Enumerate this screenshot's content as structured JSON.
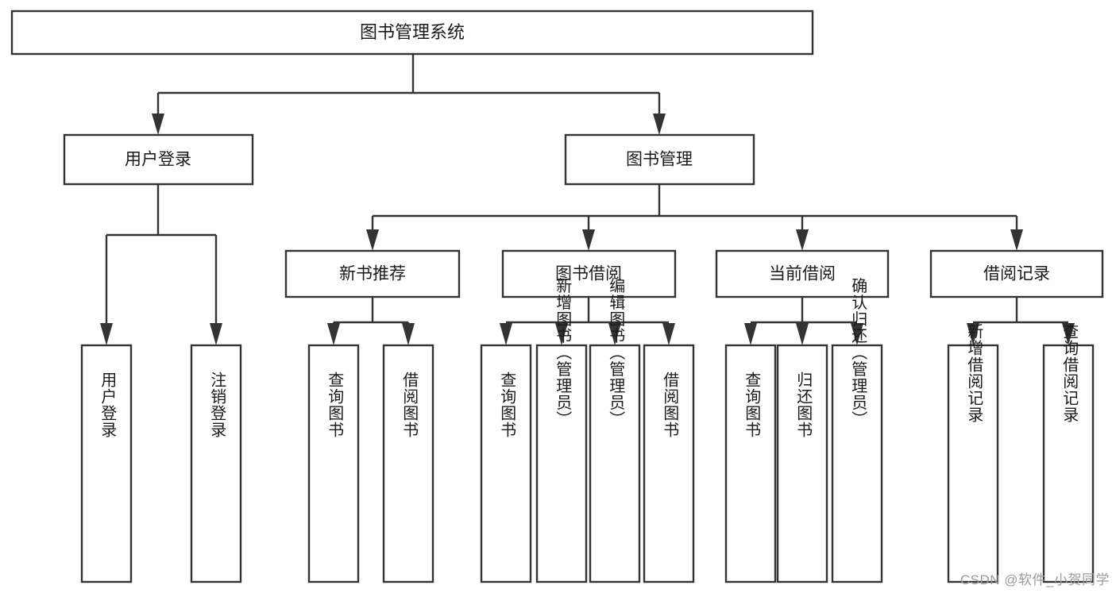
{
  "diagram": {
    "type": "tree-hierarchy",
    "orientation": "top-down",
    "root": {
      "id": "root",
      "label": "图书管理系统"
    },
    "level1": [
      {
        "id": "user-login",
        "label": "用户登录"
      },
      {
        "id": "book-management",
        "label": "图书管理"
      }
    ],
    "level2": [
      {
        "id": "new-book-recommend",
        "label": "新书推荐",
        "parent": "book-management"
      },
      {
        "id": "book-borrow",
        "label": "图书借阅",
        "parent": "book-management"
      },
      {
        "id": "current-borrow",
        "label": "当前借阅",
        "parent": "book-management"
      },
      {
        "id": "borrow-record",
        "label": "借阅记录",
        "parent": "book-management"
      }
    ],
    "leaves": {
      "user-login": [
        {
          "id": "leaf-user-login",
          "label": "用户登录"
        },
        {
          "id": "leaf-user-logout",
          "label": "注销登录"
        }
      ],
      "new-book-recommend": [
        {
          "id": "leaf-query-book-1",
          "label": "查询图书"
        },
        {
          "id": "leaf-borrow-book-1",
          "label": "借阅图书"
        }
      ],
      "book-borrow": [
        {
          "id": "leaf-query-book-2",
          "label": "查询图书"
        },
        {
          "id": "leaf-add-book",
          "label": "新增图书（管理员）"
        },
        {
          "id": "leaf-edit-book",
          "label": "编辑图书（管理员）"
        },
        {
          "id": "leaf-borrow-book-2",
          "label": "借阅图书"
        }
      ],
      "current-borrow": [
        {
          "id": "leaf-query-book-3",
          "label": "查询图书"
        },
        {
          "id": "leaf-return-book",
          "label": "归还图书"
        },
        {
          "id": "leaf-confirm-return",
          "label": "确认归还（管理员）"
        }
      ],
      "borrow-record": [
        {
          "id": "leaf-add-record",
          "label": "新增借阅记录"
        },
        {
          "id": "leaf-query-record",
          "label": "查询借阅记录"
        }
      ]
    }
  },
  "watermark": {
    "text": "CSDN @软件_小贺同学"
  },
  "colors": {
    "stroke": "#333333",
    "box_fill": "#ffffff",
    "text": "#1a1a1a",
    "watermark": "#9b9b9b",
    "background": "#ffffff"
  }
}
